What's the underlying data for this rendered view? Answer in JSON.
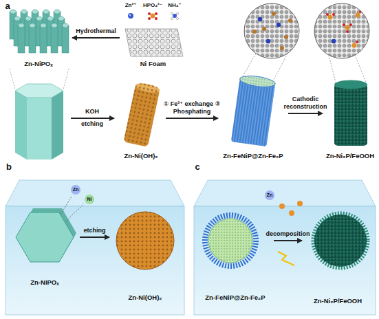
{
  "diagram": {
    "nodes": [
      {
        "text": [
          "Zn-NiPOₓ"
        ]
      },
      {
        "text": [
          "Ni Foam"
        ]
      },
      {
        "text": [
          "Zn-Ni(OH)₂"
        ]
      },
      {
        "text": [
          "Zn-FeNiP@Zn-Fe₂P"
        ]
      },
      {
        "text": [
          "Zn-Ni₂P/FeOOH"
        ]
      },
      {
        "text": [
          "Zn-NiPOₓ"
        ]
      },
      {
        "text": [
          "Zn-Ni(OH)₂"
        ]
      },
      {
        "text": [
          "Zn-FeNiP@Zn-Fe₂P"
        ]
      },
      {
        "text": [
          "Zn-Ni₂P/FeOOH"
        ]
      }
    ],
    "edges": [
      {
        "from": 1,
        "to": 0,
        "label": "Hydrothermal",
        "arrow": "to"
      },
      {
        "from": 2,
        "to": 3,
        "label": "① Fe³⁺ exchange ② Phosphating",
        "arrow": "to"
      },
      {
        "from": 3,
        "to": 4,
        "label": "Cathodic reconstruction",
        "arrow": "to"
      },
      {
        "from": 5,
        "to": 6,
        "label": "etching",
        "arrow": "to"
      },
      {
        "from": 7,
        "to": 8,
        "label": "decomposition",
        "arrow": "to"
      }
    ],
    "labels": [
      "a",
      "b",
      "c",
      "Zn²⁺",
      "HPO₄²⁻",
      "NH₄⁺",
      "KOH",
      "etching",
      "Zn",
      "Ni",
      "Zn"
    ]
  }
}
